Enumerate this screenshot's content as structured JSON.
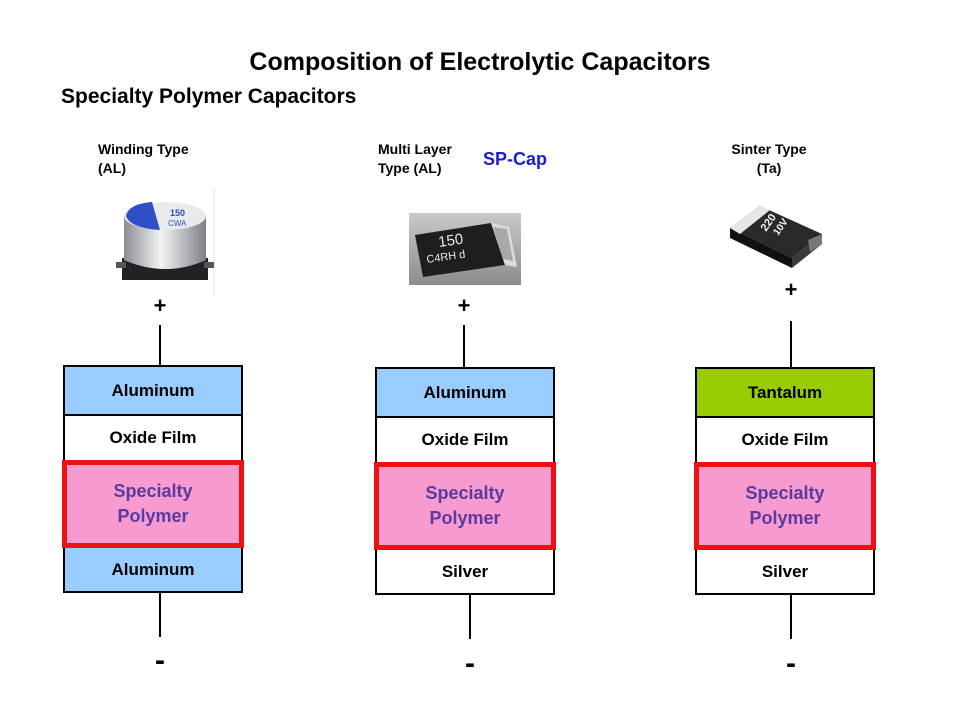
{
  "title": "Composition of Electrolytic Capacitors",
  "subtitle": "Specialty Polymer Capacitors",
  "columns": [
    {
      "type_label_line1": "Winding Type",
      "type_label_line2": "(AL)",
      "photo": "radial-can-capacitor-image",
      "photo_marking": "150 CWA",
      "plus": "+",
      "minus": "-",
      "layers": [
        {
          "label": "Aluminum",
          "color": "#99ccff"
        },
        {
          "label": "Oxide Film",
          "color": "#ffffff"
        },
        {
          "label_line1": "Specialty",
          "label_line2": "Polymer",
          "color": "#f79ad0",
          "highlight": "#ee1111"
        },
        {
          "label": "Aluminum",
          "color": "#99ccff"
        }
      ]
    },
    {
      "type_label_line1": "Multi Layer",
      "type_label_line2": "Type (AL)",
      "badge": "SP-Cap",
      "photo": "sp-cap-chip-image",
      "photo_marking_line1": "150",
      "photo_marking_line2": "C4RH d",
      "plus": "+",
      "minus": "-",
      "layers": [
        {
          "label": "Aluminum",
          "color": "#99ccff"
        },
        {
          "label": "Oxide Film",
          "color": "#ffffff"
        },
        {
          "label_line1": "Specialty",
          "label_line2": "Polymer",
          "color": "#f79ad0",
          "highlight": "#ee1111"
        },
        {
          "label": "Silver",
          "color": "#ffffff"
        }
      ]
    },
    {
      "type_label_line1": "Sinter Type",
      "type_label_line2": "(Ta)",
      "photo": "tantalum-chip-image",
      "photo_marking_line1": "220",
      "photo_marking_line2": "10V",
      "plus": "+",
      "minus": "-",
      "layers": [
        {
          "label": "Tantalum",
          "color": "#99cc00"
        },
        {
          "label": "Oxide Film",
          "color": "#ffffff"
        },
        {
          "label_line1": "Specialty",
          "label_line2": "Polymer",
          "color": "#f79ad0",
          "highlight": "#ee1111"
        },
        {
          "label": "Silver",
          "color": "#ffffff"
        }
      ]
    }
  ]
}
